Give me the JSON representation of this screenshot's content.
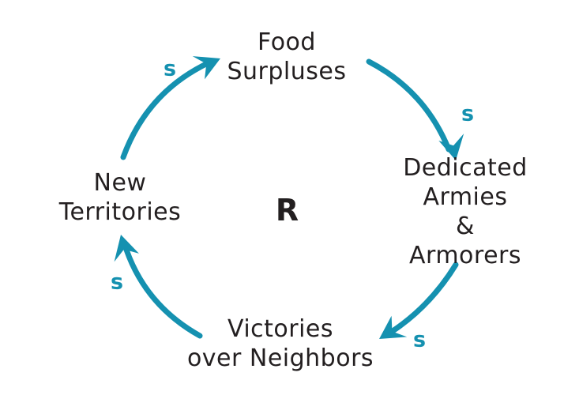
{
  "diagram": {
    "type": "causal-loop-diagram",
    "loop": {
      "label": "R",
      "meaning": "reinforcing-loop"
    },
    "nodes": [
      {
        "id": "food-surpluses",
        "label": "Food\nSurpluses"
      },
      {
        "id": "dedicated-armies",
        "label": "Dedicated\nArmies\n& Armorers"
      },
      {
        "id": "victories",
        "label": "Victories\nover Neighbors"
      },
      {
        "id": "new-territories",
        "label": "New\nTerritories"
      }
    ],
    "links": [
      {
        "from": "new-territories",
        "to": "food-surpluses",
        "polarity": "s"
      },
      {
        "from": "food-surpluses",
        "to": "dedicated-armies",
        "polarity": "s"
      },
      {
        "from": "dedicated-armies",
        "to": "victories",
        "polarity": "s"
      },
      {
        "from": "victories",
        "to": "new-territories",
        "polarity": "s"
      }
    ],
    "colors": {
      "arrow": "#1591b0",
      "text": "#231f20",
      "background": "#ffffff"
    }
  }
}
